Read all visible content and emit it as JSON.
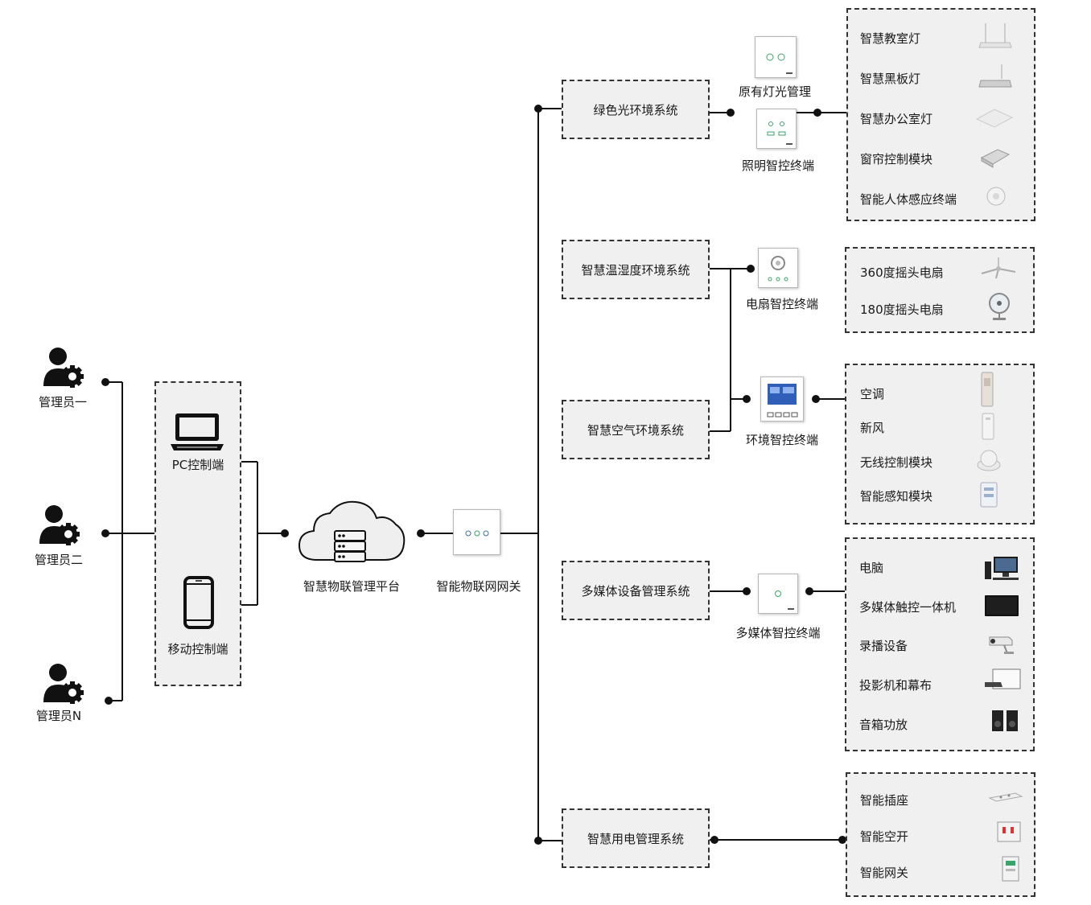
{
  "admins": [
    "管理员一",
    "管理员二",
    "管理员N"
  ],
  "clients": {
    "pc": "PC控制端",
    "mobile": "移动控制端"
  },
  "platform": "智慧物联管理平台",
  "gateway": "智能物联网网关",
  "systems": [
    {
      "name": "绿色光环境系统",
      "terminals": [
        "原有灯光管理",
        "照明智控终端"
      ],
      "devices": [
        "智慧教室灯",
        "智慧黑板灯",
        "智慧办公室灯",
        "窗帘控制模块",
        "智能人体感应终端"
      ]
    },
    {
      "name": "智慧温湿度环境系统",
      "terminals": [
        "电扇智控终端"
      ],
      "devices": [
        "360度摇头电扇",
        "180度摇头电扇"
      ]
    },
    {
      "name": "智慧空气环境系统",
      "terminals": [
        "环境智控终端"
      ],
      "devices": [
        "空调",
        "新风",
        "无线控制模块",
        "智能感知模块"
      ]
    },
    {
      "name": "多媒体设备管理系统",
      "terminals": [
        "多媒体智控终端"
      ],
      "devices": [
        "电脑",
        "多媒体触控一体机",
        "录播设备",
        "投影机和幕布",
        "音箱功放"
      ]
    },
    {
      "name": "智慧用电管理系统",
      "terminals": [],
      "devices": [
        "智能插座",
        "智能空开",
        "智能网关"
      ]
    }
  ],
  "icons": {
    "admin": "admin-gear-icon",
    "pc": "laptop-icon",
    "mobile": "smartphone-icon",
    "platform": "cloud-server-icon",
    "gateway": "gateway-panel-icon"
  },
  "colors": {
    "line": "#111111",
    "box_fill": "#f0f0f0",
    "accent": "#3aa56a"
  }
}
